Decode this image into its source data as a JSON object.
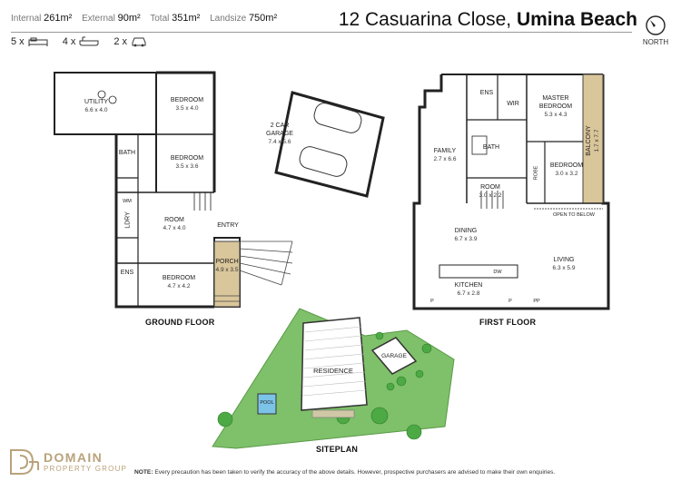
{
  "header": {
    "stats": [
      {
        "label": "Internal",
        "value": "261m²"
      },
      {
        "label": "External",
        "value": "90m²"
      },
      {
        "label": "Total",
        "value": "351m²"
      },
      {
        "label": "Landsize",
        "value": "750m²"
      }
    ],
    "street": "12 Casuarina Close,",
    "suburb": "Umina Beach",
    "north_label": "NORTH",
    "counts": {
      "beds": "5 x",
      "baths": "4 x",
      "cars": "2 x"
    }
  },
  "ground_floor": {
    "label": "GROUND FLOOR",
    "rooms": {
      "utility": {
        "name": "UTILITY",
        "dim": "6.6 x 4.0"
      },
      "bedroom_a": {
        "name": "BEDROOM",
        "dim": "3.5 x 4.0"
      },
      "bedroom_b": {
        "name": "BEDROOM",
        "dim": "3.5 x 3.6"
      },
      "bath": {
        "name": "BATH"
      },
      "wm": {
        "name": "WM"
      },
      "ldry": {
        "name": "LDRY"
      },
      "room": {
        "name": "ROOM",
        "dim": "4.7 x 4.0"
      },
      "entry": {
        "name": "ENTRY"
      },
      "porch": {
        "name": "PORCH",
        "dim": "4.9 x 3.5"
      },
      "ens": {
        "name": "ENS"
      },
      "bedroom_c": {
        "name": "BEDROOM",
        "dim": "4.7 x 4.2"
      }
    }
  },
  "garage": {
    "name1": "2 CAR",
    "name2": "GARAGE",
    "dim": "7.4 x 5.6"
  },
  "first_floor": {
    "label": "FIRST FLOOR",
    "rooms": {
      "ens": {
        "name": "ENS"
      },
      "wir": {
        "name": "WIR"
      },
      "master": {
        "name1": "MASTER",
        "name2": "BEDROOM",
        "dim": "5.3 x 4.3"
      },
      "balcony": {
        "name": "BALCONY",
        "dim": "1.7 x 7.7"
      },
      "family": {
        "name": "FAMILY",
        "dim": "2.7 x 6.6"
      },
      "bath": {
        "name": "BATH"
      },
      "room": {
        "name": "ROOM",
        "dim": "3.0 x 2.2"
      },
      "robe": {
        "name": "ROBE"
      },
      "bedroom": {
        "name": "BEDROOM",
        "dim": "3.0 x 3.2"
      },
      "open_below": {
        "name": "OPEN TO BELOW"
      },
      "dining": {
        "name": "DINING",
        "dim": "6.7 x 3.9"
      },
      "living": {
        "name": "LIVING",
        "dim": "6.3 x 5.9"
      },
      "kitchen": {
        "name": "KITCHEN",
        "dim": "6.7 x 2.8"
      },
      "dw": {
        "name": "DW"
      },
      "p1": {
        "name": "P"
      },
      "p2": {
        "name": "P"
      },
      "pp": {
        "name": "PP"
      }
    }
  },
  "siteplan": {
    "label": "SITEPLAN",
    "residence": "RESIDENCE",
    "garage": "GARAGE",
    "pool": "POOL"
  },
  "logo": {
    "main": "DOMAIN",
    "sub": "PROPERTY GROUP"
  },
  "note": {
    "bold": "NOTE:",
    "text": " Every precaution has been taken to verify the accuracy of the above details. However, prospective purchasers are advised to make their own enquiries."
  },
  "colors": {
    "wall": "#222222",
    "porch_fill": "#d9c69a",
    "balcony_fill": "#d9c69a",
    "grass": "#7fc06a",
    "grass_light": "#9ed38a",
    "pool": "#7cc3e8",
    "brand": "#b9a27b"
  }
}
